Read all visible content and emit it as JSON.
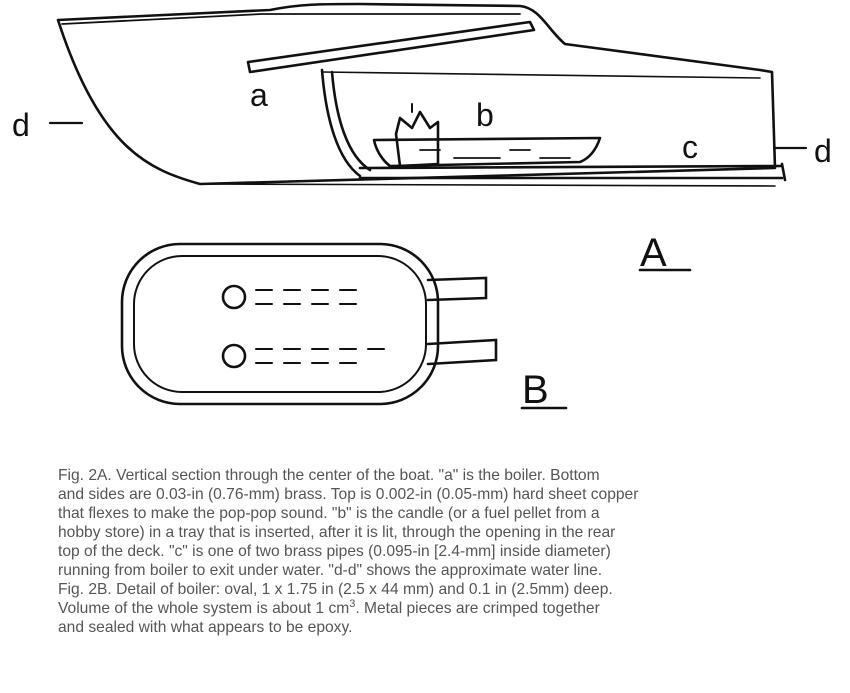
{
  "labels": {
    "a": "a",
    "b": "b",
    "c": "c",
    "d_left": "d",
    "d_right": "d",
    "fig_a": "A",
    "fig_b": "B"
  },
  "caption": {
    "lines": [
      "Fig. 2A. Vertical section through the center of the boat. \"a\" is the boiler. Bottom",
      "and sides are 0.03-in (0.76-mm) brass. Top is 0.002-in (0.05-mm) hard sheet copper",
      "that flexes to make the pop-pop sound. \"b\" is the candle (or a fuel pellet from a",
      "hobby store) in a tray that is inserted, after it is lit, through the opening in the rear",
      "top of the deck. \"c\" is one of two brass pipes (0.095-in [2.4-mm] inside diameter)",
      "running from boiler to exit under water. \"d-d\" shows the approximate water line.",
      "Fig. 2B. Detail of boiler: oval, 1 x 1.75 in (2.5 x 44 mm) and 0.1 in (2.5mm) deep."
    ],
    "volume_prefix": "Volume of the whole system is about 1 cm",
    "volume_sup": "3",
    "volume_suffix": ". Metal pieces are crimped together",
    "last_line": "and sealed with what appears to be epoxy."
  }
}
